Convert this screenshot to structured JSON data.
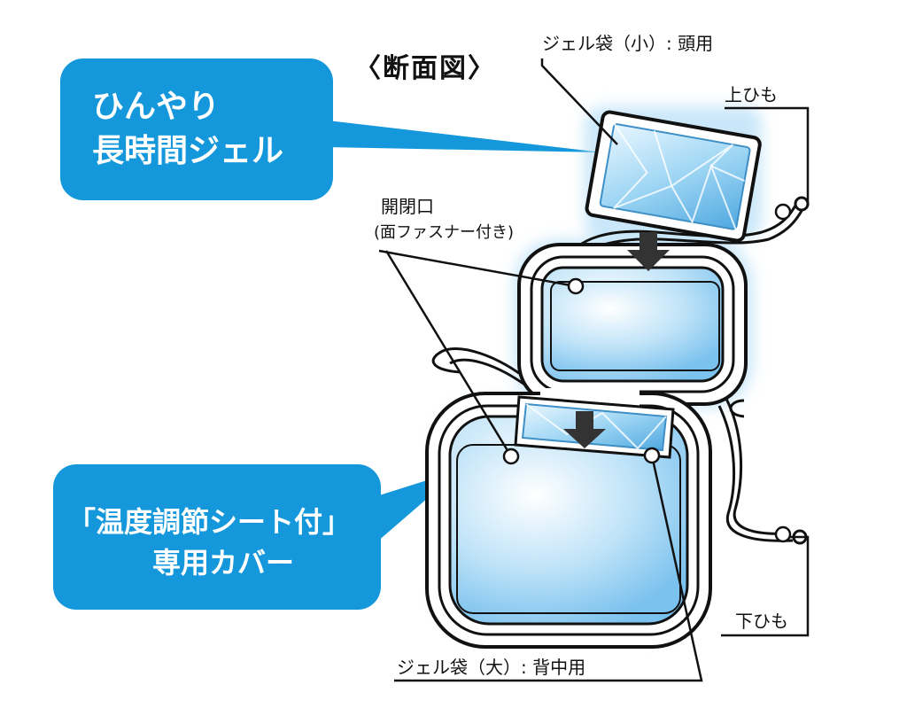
{
  "diagram": {
    "heading": "〈断面図〉",
    "callouts": {
      "top": {
        "line1": "ひんやり",
        "line2": "長時間ジェル"
      },
      "bottom": {
        "line1": "「温度調節シート付」",
        "line2": "専用カバー"
      }
    },
    "labels": {
      "gel_small": "ジェル袋（小）: 頭用",
      "upper_string": "上ひも",
      "opening": "開閉口",
      "opening_note": "(面ファスナー付き)",
      "lower_string": "下ひも",
      "gel_large": "ジェル袋（大）: 背中用"
    },
    "colors": {
      "callout_blue": "#1598db",
      "cover_fill": "#b8ddf5",
      "gel_fill": "#8fcdf0",
      "outline": "#111111",
      "arrow": "#333333"
    }
  }
}
